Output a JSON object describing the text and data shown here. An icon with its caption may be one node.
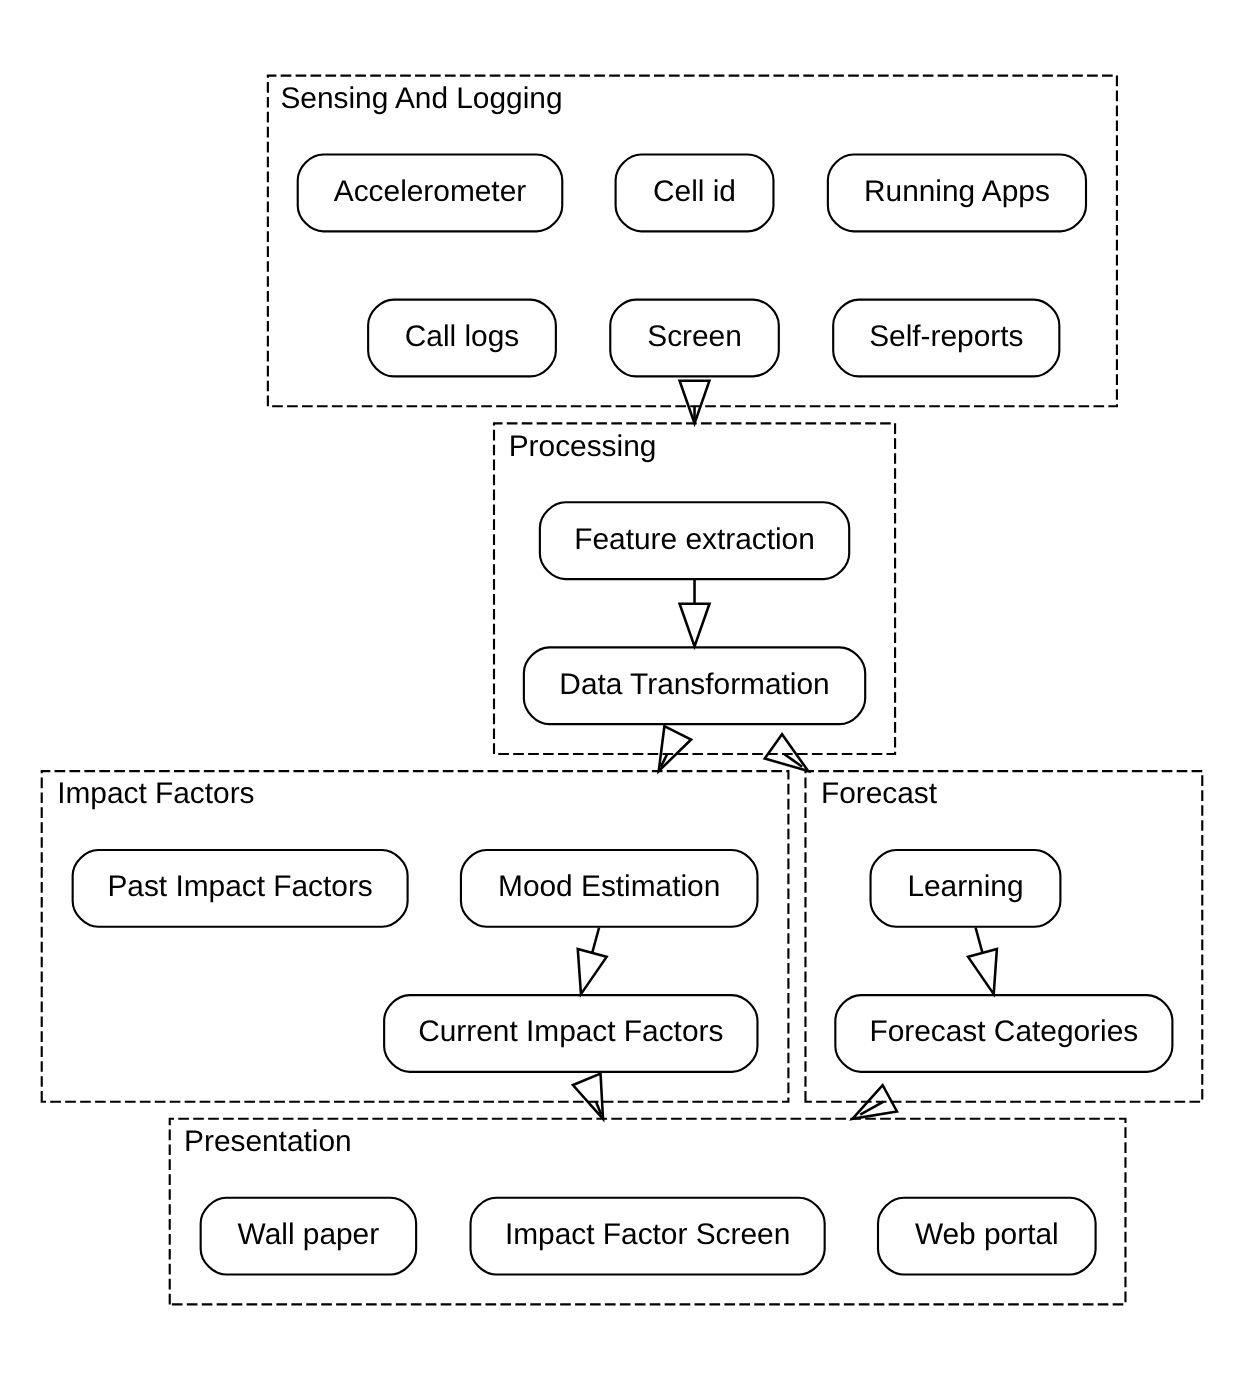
{
  "diagram": {
    "nodes": [
      {
        "text": [
          "Sensing And Logging"
        ]
      },
      {
        "text": [
          "Accelerometer"
        ],
        "in": 0
      },
      {
        "text": [
          "Cell id"
        ],
        "in": 0
      },
      {
        "text": [
          "Running Apps"
        ],
        "in": 0
      },
      {
        "text": [
          "Call logs"
        ],
        "in": 0
      },
      {
        "text": [
          "Screen"
        ],
        "in": 0
      },
      {
        "text": [
          "Self-reports"
        ],
        "in": 0
      },
      {
        "text": [
          "Processing"
        ]
      },
      {
        "text": [
          "Feature extraction"
        ],
        "in": 7
      },
      {
        "text": [
          "Data Transformation"
        ],
        "in": 7
      },
      {
        "text": [
          "Impact Factors"
        ]
      },
      {
        "text": [
          "Past Impact Factors"
        ],
        "in": 10
      },
      {
        "text": [
          "Mood Estimation"
        ],
        "in": 10
      },
      {
        "text": [
          "Current Impact Factors"
        ],
        "in": 10
      },
      {
        "text": [
          "Forecast"
        ]
      },
      {
        "text": [
          "Learning"
        ],
        "in": 14
      },
      {
        "text": [
          "Forecast Categories"
        ],
        "in": 14
      },
      {
        "text": [
          "Presentation"
        ]
      },
      {
        "text": [
          "Wall paper"
        ],
        "in": 17
      },
      {
        "text": [
          "Impact Factor Screen"
        ],
        "in": 17
      },
      {
        "text": [
          "Web portal"
        ],
        "in": 17
      }
    ],
    "edges": [
      {
        "from": 0,
        "to": 7,
        "arrow": "to"
      },
      {
        "from": 8,
        "to": 9,
        "arrow": "to"
      },
      {
        "from": 7,
        "to": 10,
        "arrow": "to"
      },
      {
        "from": 7,
        "to": 14,
        "arrow": "to"
      },
      {
        "from": 12,
        "to": 13,
        "arrow": "to"
      },
      {
        "from": 15,
        "to": 16,
        "arrow": "to"
      },
      {
        "from": 10,
        "to": 17,
        "arrow": "to"
      },
      {
        "from": 14,
        "to": 17,
        "arrow": "to"
      }
    ]
  }
}
